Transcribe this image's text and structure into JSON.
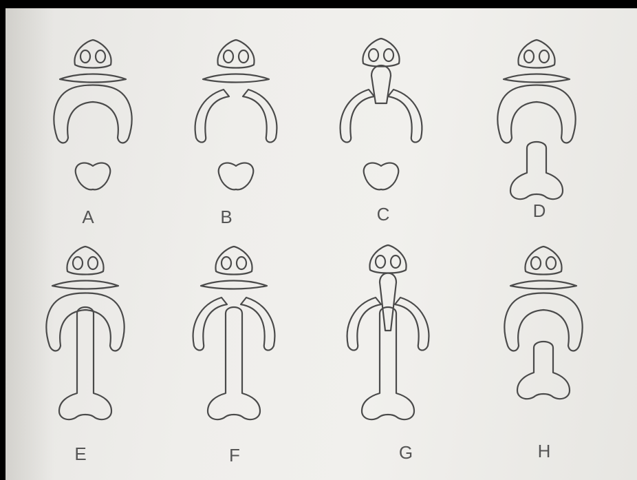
{
  "figure": {
    "labels": [
      "A",
      "B",
      "C",
      "D",
      "E",
      "F",
      "G",
      "H"
    ]
  },
  "colors": {
    "ink": "#4a4a4a",
    "paper": "#efeeeb",
    "frame": "#000000"
  }
}
